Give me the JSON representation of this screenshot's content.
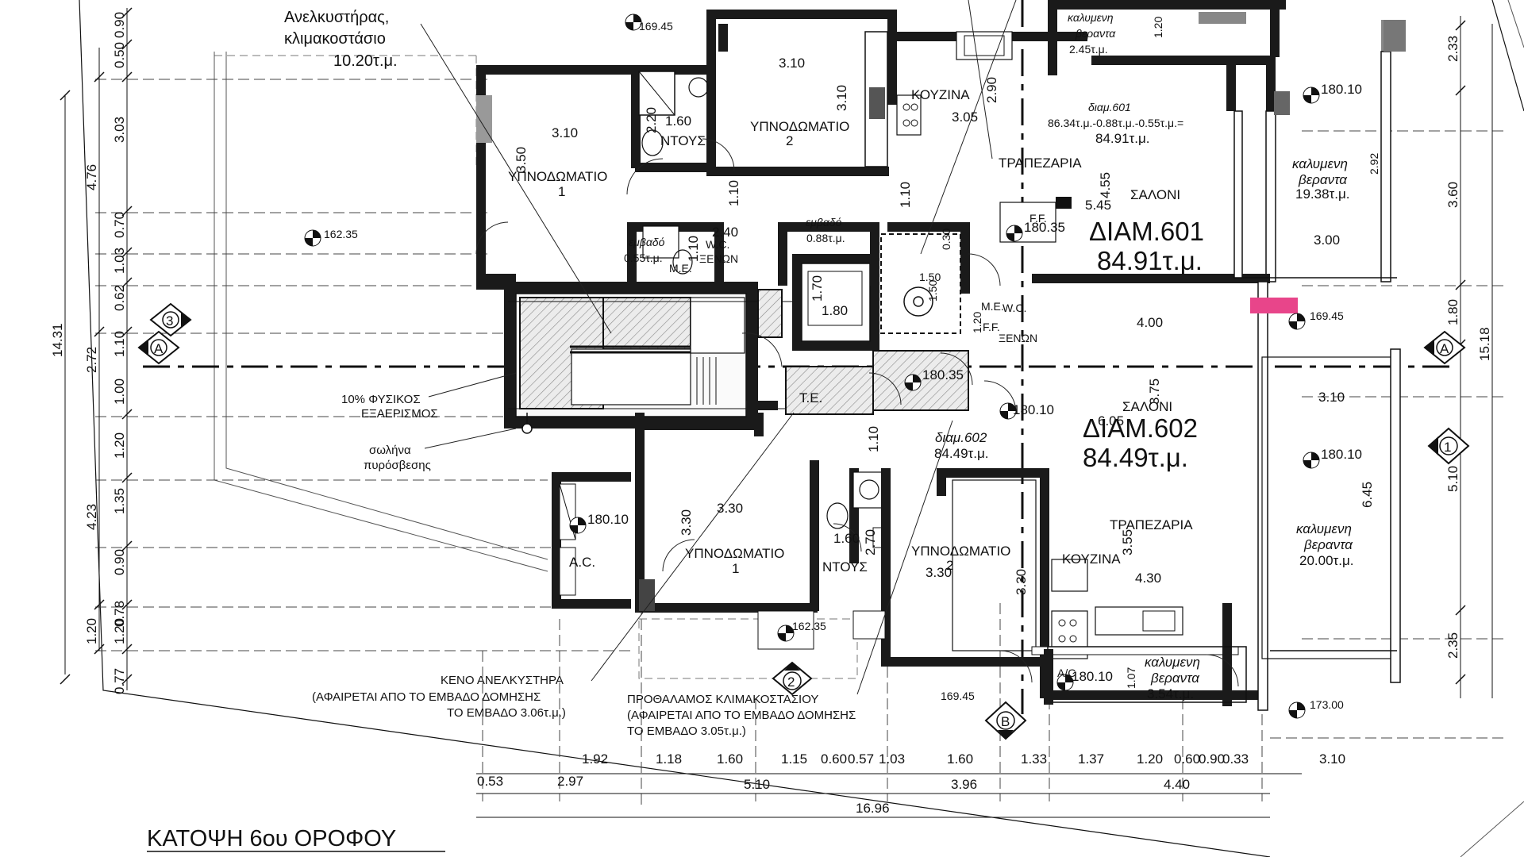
{
  "drawing": {
    "title": "ΚΑΤΟΨΗ 6ου ΟΡΟΦΟΥ"
  },
  "annotations": {
    "elevator": [
      "Ανελκυστήρας,",
      "κλιμακοστάσιο",
      "10.20τ.μ."
    ],
    "ventilation": [
      "10% ΦΥΣΙΚΟΣ",
      "ΕΞΑΕΡΙΣΜΟΣ"
    ],
    "fire_pipe": [
      "σωλήνα",
      "πυρόσβεσης"
    ],
    "elevator_void": [
      "ΚΕΝΟ ΑΝΕΛΚΥΣΤΗΡΑ",
      "(ΑΦΑΙΡΕΤΑΙ  ΑΠΟ  ΤΟ ΕΜΒΑΔΟ ΔΟΜΗΣΗΣ",
      "ΤΟ ΕΜΒΑΔΟ 3.06τ.μ.)"
    ],
    "stair_lobby": [
      "ΠΡΟΘΑΛΑΜΟΣ ΚΛΙΜΑΚΟΣΤΑΣΙΟΥ",
      "(ΑΦΑΙΡΕΤΑΙ  ΑΠΟ  ΤΟ ΕΜΒΑΔΟ ΔΟΜΗΣΗΣ",
      "ΤΟ ΕΜΒΑΔΟ 3.05τ.μ.)"
    ]
  },
  "apartments": {
    "a601": {
      "name": "ΔΙΑΜ.601",
      "area": "84.91τ.μ.",
      "calc_title": "διαμ.601",
      "calc_formula": "86.34τ.μ.-0.88τ.μ.-0.55τ.μ.=",
      "calc_result": "84.91τ.μ."
    },
    "a602": {
      "name": "ΔΙΑΜ.602",
      "area": "84.49τ.μ.",
      "calc_title": "διαμ.602",
      "calc_result": "84.49τ.μ."
    }
  },
  "rooms": {
    "bedroom": "ΥΠΝΟΔΩΜΑΤΙΟ",
    "num1": "1",
    "num2": "2",
    "shower": "ΝΤΟΥΣ",
    "kitchen": "ΚΟΥΖΙΝΑ",
    "dining": "ΤΡΑΠΕΖΑΡΙΑ",
    "living": "ΣΑΛΟΝΙ",
    "wc": "W.C.",
    "guest": "ΞΕΝΩΝ",
    "me": "Μ.Ε.",
    "te": "Τ.Ε.",
    "ac": "A.C.",
    "ac2": "A/C",
    "embado": "εμβαδό",
    "embado_601": "0.88τ.μ.",
    "embado_a": "εμβαδό",
    "embado_a_val": "0.55τ.μ.",
    "veranda_a": "καλυμενη",
    "veranda_b": "βεραντα",
    "veranda_2_45": "2.45τ.μ.",
    "veranda_19_38": "19.38τ.μ.",
    "veranda_20_00": "20.00τ.μ.",
    "veranda_3_54": "3.54τ.μ.",
    "ff": "F.F."
  },
  "levels": {
    "l169_45": "169.45",
    "l180_10": "180.10",
    "l180_35": "180.35",
    "l162_35": "162.35",
    "l173_00": "173.00"
  },
  "grid_markers": {
    "g1": "1",
    "g2": "2",
    "g3": "3",
    "gA": "A",
    "gB": "B"
  },
  "dimensions": {
    "left_col": [
      "0.90",
      "0.50",
      "3.03",
      "0.70",
      "1.03",
      "0.62",
      "1.10",
      "1.00",
      "1.20",
      "1.35",
      "0.90",
      "0.78",
      "1.20",
      "0.77"
    ],
    "left_total": [
      "4.76",
      "2.72",
      "4.23",
      "1.20"
    ],
    "left_overall": "14.31",
    "right_col": [
      "2.33",
      "3.60",
      "1.80",
      "5.10",
      "2.35"
    ],
    "right_overall": "15.18",
    "bottom_row1": [
      "1.92",
      "1.18",
      "1.60",
      "1.15",
      "0.60",
      "0.57",
      "1.03",
      "1.60",
      "1.33",
      "1.37",
      "1.20",
      "0.60",
      "0.90",
      "0.33",
      "3.10"
    ],
    "bottom_row2": [
      "0.53",
      "2.97",
      "5.10",
      "3.96",
      "4.40"
    ],
    "bottom_overall": "16.96",
    "inner": {
      "d3_10a": "3.10",
      "d3_10b": "3.10",
      "d3_10c": "3.10",
      "d3_50": "3.50",
      "d2_20": "2.20",
      "d1_60a": "1.60",
      "d1_60b": "1.60",
      "d2_40": "2.40",
      "d1_10a": "1.10",
      "d1_10b": "1.10",
      "d1_10c": "1.10",
      "d1_10d": "1.10",
      "d1_70": "1.70",
      "d1_80": "1.80",
      "d1_50": "1.50",
      "d1_20": "1.20",
      "d2_90": "2.90",
      "d3_05": "3.05",
      "d0_30": "0.30",
      "d4_55": "4.55",
      "d5_45": "5.45",
      "d3_00": "3.00",
      "d4_00": "4.00",
      "d3_75": "3.75",
      "d6_05": "6.05",
      "d3_10d": "3.10",
      "d6_45": "6.45",
      "d3_30a": "3.30",
      "d3_30b": "3.30",
      "d3_30c": "3.30",
      "d3_30d": "3.30",
      "d2_70": "2.70",
      "d3_55": "3.55",
      "d4_30": "4.30",
      "d1_07": "1.07",
      "d2_92": "2.92",
      "d1_20b": "1.20"
    }
  }
}
